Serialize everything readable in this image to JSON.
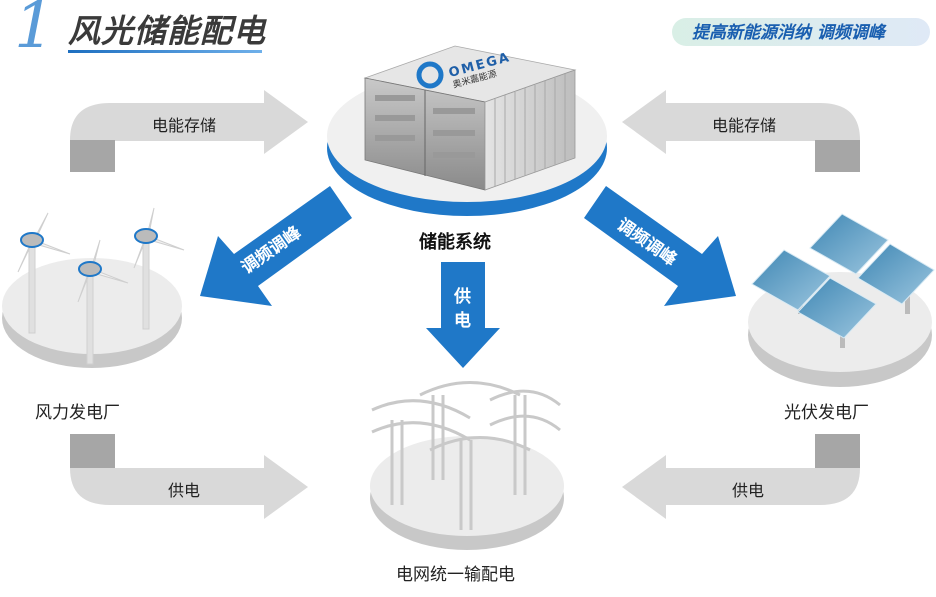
{
  "header": {
    "number": "1",
    "title": "风光储能配电",
    "tagline": "提高新能源消纳  调频调峰"
  },
  "nodes": {
    "storage": {
      "label": "储能系统",
      "brand": "OMEGA",
      "brand_cn": "奥米嘉能源"
    },
    "wind": {
      "label": "风力发电厂"
    },
    "solar": {
      "label": "光伏发电厂"
    },
    "grid": {
      "label": "电网统一输配电"
    }
  },
  "arrows": {
    "wind_to_storage": "电能存储",
    "solar_to_storage": "电能存储",
    "storage_to_wind": "调频调峰",
    "storage_to_solar": "调频调峰",
    "storage_to_grid": [
      "供",
      "电"
    ],
    "wind_to_grid": "供电",
    "solar_to_grid": "供电"
  },
  "colors": {
    "accent_blue": "#1f78c8",
    "gray_arrow": "#d9d9d9",
    "gray_block": "#a6a6a6",
    "platform": "#ececec",
    "platform_side": "#c8c8c8"
  }
}
